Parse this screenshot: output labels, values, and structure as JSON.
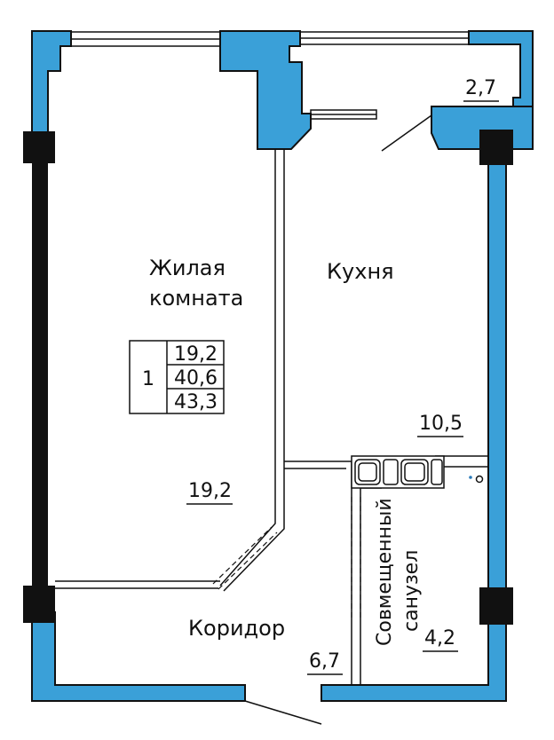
{
  "colors": {
    "wall": "#3aa0d8",
    "line": "#111111",
    "column": "#111111",
    "background": "#ffffff"
  },
  "rooms": {
    "living": {
      "name_line1": "Жилая",
      "name_line2": "комната",
      "area": "19,2"
    },
    "kitchen": {
      "name": "Кухня",
      "area": "10,5"
    },
    "balcony": {
      "area": "2,7"
    },
    "corridor": {
      "name": "Коридор",
      "area": "6,7"
    },
    "bathroom": {
      "name_line1": "Совмещенный",
      "name_line2": "санузел",
      "area": "4,2"
    }
  },
  "summary": {
    "rooms_count": "1",
    "living_area": "19,2",
    "total_area": "40,6",
    "total_with_balcony": "43,3"
  }
}
